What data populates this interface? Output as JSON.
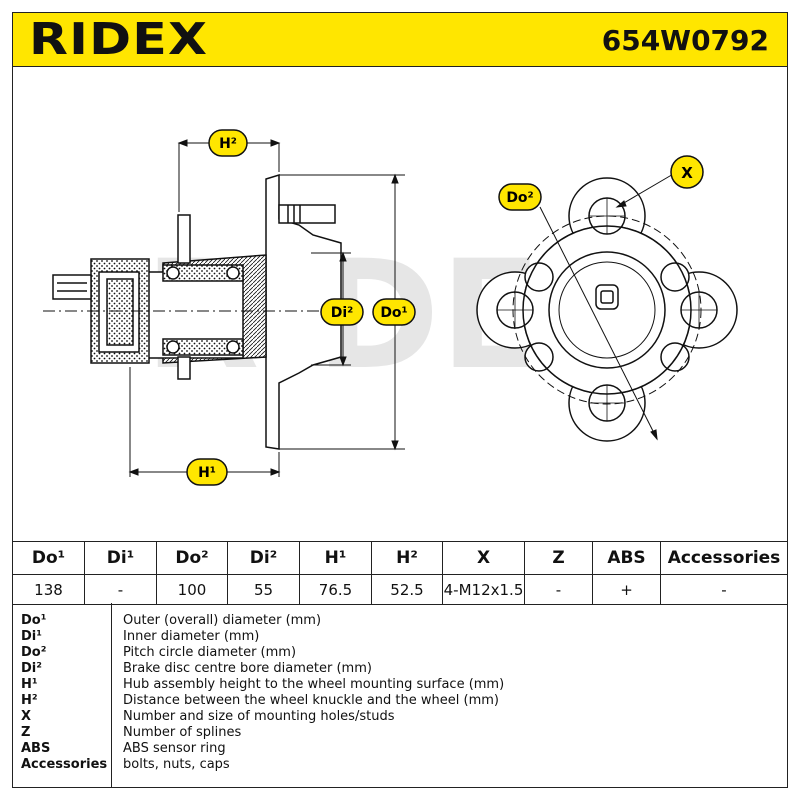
{
  "header": {
    "brand": "RIDEX",
    "part_number": "654W0792"
  },
  "diagram": {
    "watermark": "RIDEX",
    "labels": {
      "h2": "H²",
      "h1": "H¹",
      "di2": "Di²",
      "do1": "Do¹",
      "do2": "Do²",
      "x": "X"
    },
    "colors": {
      "badge": "#ffe600",
      "line": "#111111"
    }
  },
  "specs": {
    "headers": [
      "Do¹",
      "Di¹",
      "Do²",
      "Di²",
      "H¹",
      "H²",
      "X",
      "Z",
      "ABS",
      "Accessories"
    ],
    "values": [
      "138",
      "-",
      "100",
      "55",
      "76.5",
      "52.5",
      "4-M12x1.5",
      "-",
      "+",
      "-"
    ]
  },
  "legend": [
    {
      "code": "Do¹",
      "text": "Outer (overall) diameter (mm)"
    },
    {
      "code": "Di¹",
      "text": "Inner diameter (mm)"
    },
    {
      "code": "Do²",
      "text": "Pitch circle diameter (mm)"
    },
    {
      "code": "Di²",
      "text": "Brake disc centre bore diameter (mm)"
    },
    {
      "code": "H¹",
      "text": "Hub assembly height to the wheel mounting surface (mm)"
    },
    {
      "code": "H²",
      "text": "Distance between the wheel knuckle and the wheel (mm)"
    },
    {
      "code": "X",
      "text": "Number and size of mounting holes/studs"
    },
    {
      "code": "Z",
      "text": "Number of splines"
    },
    {
      "code": "ABS",
      "text": "ABS sensor ring"
    },
    {
      "code": "Accessories",
      "text": "bolts, nuts, caps"
    }
  ]
}
